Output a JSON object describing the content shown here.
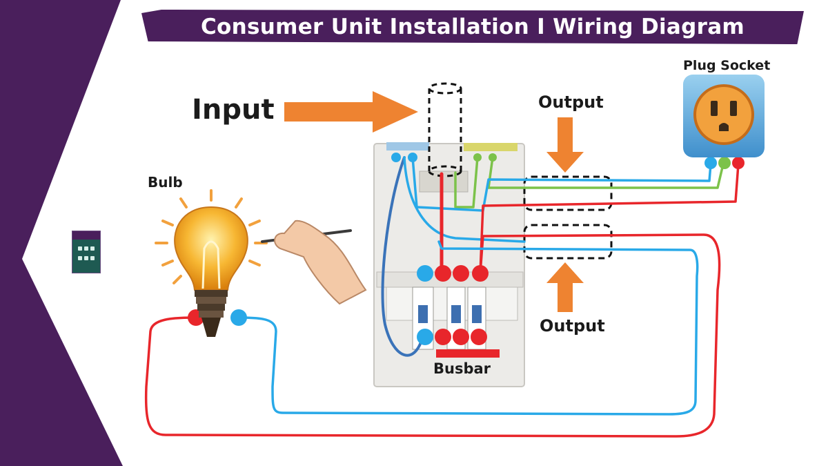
{
  "title": "Consumer Unit Installation  I Wiring Diagram",
  "labels": {
    "input": "Input",
    "output_top": "Output",
    "output_bottom": "Output",
    "plug_socket": "Plug Socket",
    "bulb": "Bulb",
    "busbar": "Busbar"
  },
  "colors": {
    "brand_purple": "#4a1f5c",
    "live_wire": "#e8262b",
    "neutral_wire": "#29a9e8",
    "earth_wire": "#7cc24a",
    "arrow": "#ee8331",
    "panel": "#ecebe8"
  },
  "components": {
    "bulb": "light-bulb-icon",
    "plug_socket": "plug-socket-icon",
    "consumer_unit": "consumer-unit-panel",
    "hand": "hand-with-pen-icon"
  }
}
